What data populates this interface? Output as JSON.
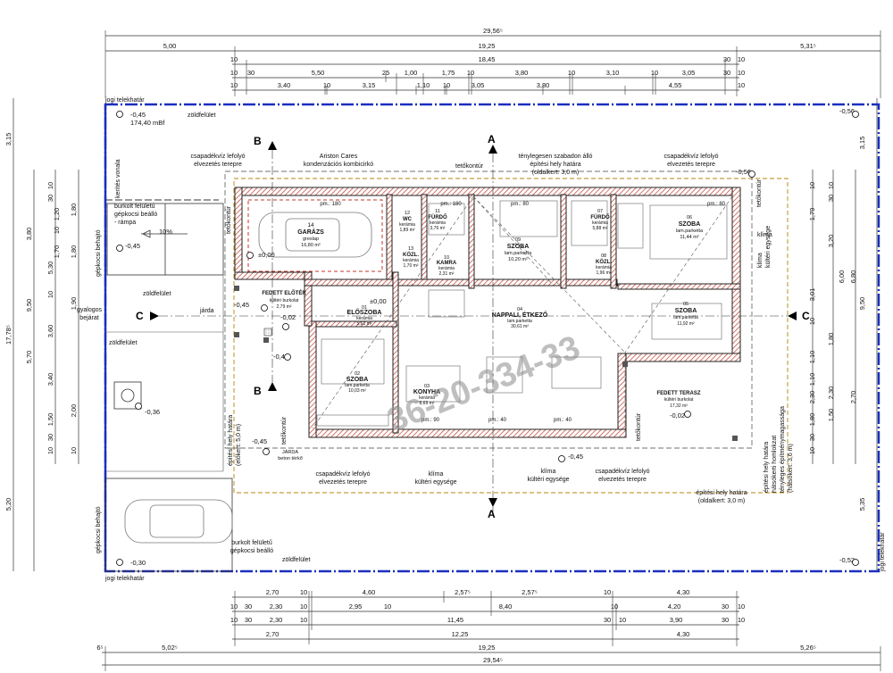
{
  "dimensions": {
    "top": [
      [
        "29,56⁵"
      ],
      [
        "5,00",
        "19,25",
        "5,31⁵"
      ],
      [
        "10",
        "18,45",
        "30",
        "10"
      ],
      [
        "10",
        "30",
        "5,50",
        "25",
        "1,00",
        "1,75",
        "10",
        "3,80",
        "10",
        "3,10",
        "10",
        "3,05",
        "30",
        "10"
      ],
      [
        "10",
        "3,40",
        "10",
        "3,15",
        "1,10",
        "10",
        "3,05",
        "3,80",
        "4,55",
        "10"
      ]
    ],
    "bottom": [
      [
        "2,70",
        "10",
        "4,60",
        "2,57⁵",
        "2,57⁵",
        "10",
        "4,30"
      ],
      [
        "10",
        "30",
        "2,30",
        "10",
        "2,95",
        "10",
        "8,40",
        "10",
        "4,20",
        "30",
        "10"
      ],
      [
        "10",
        "30",
        "2,30",
        "10",
        "11,45",
        "30",
        "10",
        "3,90",
        "30",
        "10"
      ],
      [
        "2,70",
        "12,25",
        "4,30"
      ],
      [
        "6⁵",
        "5,02⁵",
        "19,25",
        "5,26⁵"
      ],
      [
        "29,54⁵"
      ]
    ],
    "left_outer": [
      "3,15",
      "17,78⁵",
      "5,70",
      "5,20"
    ],
    "left_inner": [
      "3,80",
      "9,50",
      "3,60",
      "5,30",
      "3,40",
      "2,00"
    ],
    "left_detail": [
      "10",
      "30",
      "1,20",
      "1,80",
      "10",
      "1,70",
      "1,80",
      "1,90",
      "10",
      "1,50",
      "30",
      "10",
      "10"
    ],
    "right_outer": [
      "3,15",
      "9,50",
      "2,70",
      "5,35"
    ],
    "right_inner": [
      "3,20",
      "6,00",
      "6,80",
      "1,80",
      "3,01",
      "2,30",
      "1,50"
    ],
    "right_detail": [
      "10",
      "30",
      "1,79",
      "10",
      "10",
      "1,10",
      "1,10",
      "2,30",
      "1,80",
      "30",
      "10"
    ]
  },
  "section_markers": [
    {
      "letter": "A",
      "id": "a-top"
    },
    {
      "letter": "A",
      "id": "a-bottom"
    },
    {
      "letter": "B",
      "id": "b-top"
    },
    {
      "letter": "B",
      "id": "b-bottom"
    },
    {
      "letter": "C",
      "id": "c-left"
    },
    {
      "letter": "C",
      "id": "c-right"
    }
  ],
  "rooms": [
    {
      "num": "14",
      "name": "GARÁZS",
      "floor": "greslap",
      "area": "16,80 m²"
    },
    {
      "num": "12",
      "name": "WC",
      "floor": "kerámia",
      "area": "1,89 m²"
    },
    {
      "num": "11",
      "name": "FÜRDŐ",
      "floor": "kerámia",
      "area": "3,76 m²"
    },
    {
      "num": "13",
      "name": "KÖZL.",
      "floor": "kerámia",
      "area": "1,70 m²"
    },
    {
      "num": "10",
      "name": "KAMRA",
      "floor": "kerámia",
      "area": "2,31 m²"
    },
    {
      "num": "09",
      "name": "SZOBA",
      "floor": "lam.parketta",
      "area": "10,20 m²"
    },
    {
      "num": "07",
      "name": "FÜRDŐ",
      "floor": "kerámia",
      "area": "5,88 m²"
    },
    {
      "num": "08",
      "name": "KÖZL.",
      "floor": "kerámia",
      "area": "1,96 m²"
    },
    {
      "num": "06",
      "name": "SZOBA",
      "floor": "lam.parketta",
      "area": "11,44 m²"
    },
    {
      "num": "",
      "name": "FEDETT ELŐTÉR",
      "floor": "kültéri burkolat",
      "area": "2,79 m²"
    },
    {
      "num": "01",
      "name": "ELŐSZOBA",
      "floor": "kerámia",
      "area": "5,61 m²"
    },
    {
      "num": "04",
      "name": "NAPPALI, ÉTKEZŐ",
      "floor": "lam.parketta",
      "area": "30,61 m²"
    },
    {
      "num": "05",
      "name": "SZOBA",
      "floor": "lam.parketta",
      "area": "11,92 m²"
    },
    {
      "num": "02",
      "name": "SZOBA",
      "floor": "lam.parketta",
      "area": "10,03 m²"
    },
    {
      "num": "03",
      "name": "KONYHA",
      "floor": "kerámia",
      "area": "8,69 m²"
    },
    {
      "num": "",
      "name": "FEDETT TERASZ",
      "floor": "kültéri burkolat",
      "area": "17,32 m²"
    }
  ],
  "elevations": {
    "nw": "-0,45",
    "nw_level": "174,40 mBf",
    "ne": "-0,56",
    "ne2": "-0,56",
    "left_mid": "-0,45",
    "entry1": "-0,45",
    "entry2": "-0,02",
    "entry3": "-0,45",
    "garage": "±0,00",
    "hall": "±0,00",
    "yard": "-0,36",
    "side": "-0,45",
    "terrace": "-0,02",
    "bottom_mid": "-0,45",
    "sw": "-0,30",
    "se": "-0,52",
    "ramp": "10%"
  },
  "labels": {
    "jogi_top": "jogi telekhatár",
    "jogi_bottom": "jogi telekhatár",
    "jogi_right": "jogi telekhatár",
    "zold_top": "zöldfelület",
    "zold_mid": "zöldfelület",
    "zold_left": "zöldfelület",
    "zold_bottom": "zöldfelület",
    "csapadek1": [
      "csapadékvíz lefolyó",
      "elvezetés terepre"
    ],
    "csapadek2": [
      "csapadékvíz lefolyó",
      "elvezetés terepre"
    ],
    "csapadek3": [
      "csapadékvíz lefolyó",
      "elvezetés terepre"
    ],
    "csapadek4": [
      "csapadékvíz lefolyó",
      "elvezetés terepre"
    ],
    "ariston": [
      "Ariston Cares",
      "kondenzációs kombicirkó"
    ],
    "tetokontur_top": "tetőkontúr",
    "tetokontur_left": "tetőkontúr",
    "tetokontur_left2": "tetőkontúr",
    "tetokontur_right": "tetőkontúr",
    "tetokontur_right2": "tetőkontúr",
    "epitesi_top": [
      "ténylegesen szabadon álló",
      "építési hely határa",
      "(oldalkert: 3,0 m)"
    ],
    "epitesi_bottom": [
      "építési hely határa",
      "(oldalkert: 3,0 m)"
    ],
    "epitesi_left": [
      "építési hely határa",
      "(előkert: 5,0 m)"
    ],
    "epitesi_right": [
      "építési hely határa",
      "hátsókerti homlokzat",
      "tényleges építménymagassága",
      "(hátsókert: 3,6 m)"
    ],
    "kerites": "kerítés vonala",
    "burkolt_top": [
      "burkolt felületű",
      "gépkocsi beálló",
      "- rámpa"
    ],
    "burkolt_bottom": [
      "burkolt felületű",
      "gépkocsi beálló"
    ],
    "gepkocsi_top": "gépkocsi behajtó",
    "gepkocsi_bottom": "gépkocsi behajtó",
    "gyalogos": [
      "gyalogos",
      "bejárat"
    ],
    "jarda": "járda",
    "jarda_beton": [
      "JÁRDA",
      "beton térkő"
    ],
    "klima": "klíma",
    "klima1": [
      "klíma",
      "kültéri egysége"
    ],
    "klima2": [
      "klíma",
      "kültéri egysége"
    ],
    "klima3": [
      "klíma",
      "kültéri egysége"
    ],
    "watermark": "36-20-334-33",
    "parapet": [
      "pm.: 180",
      "pm.: 180",
      "pm.: 80",
      "pm.: 80",
      "pm.: 90",
      "pm.: 40",
      "pm.: 40"
    ]
  }
}
